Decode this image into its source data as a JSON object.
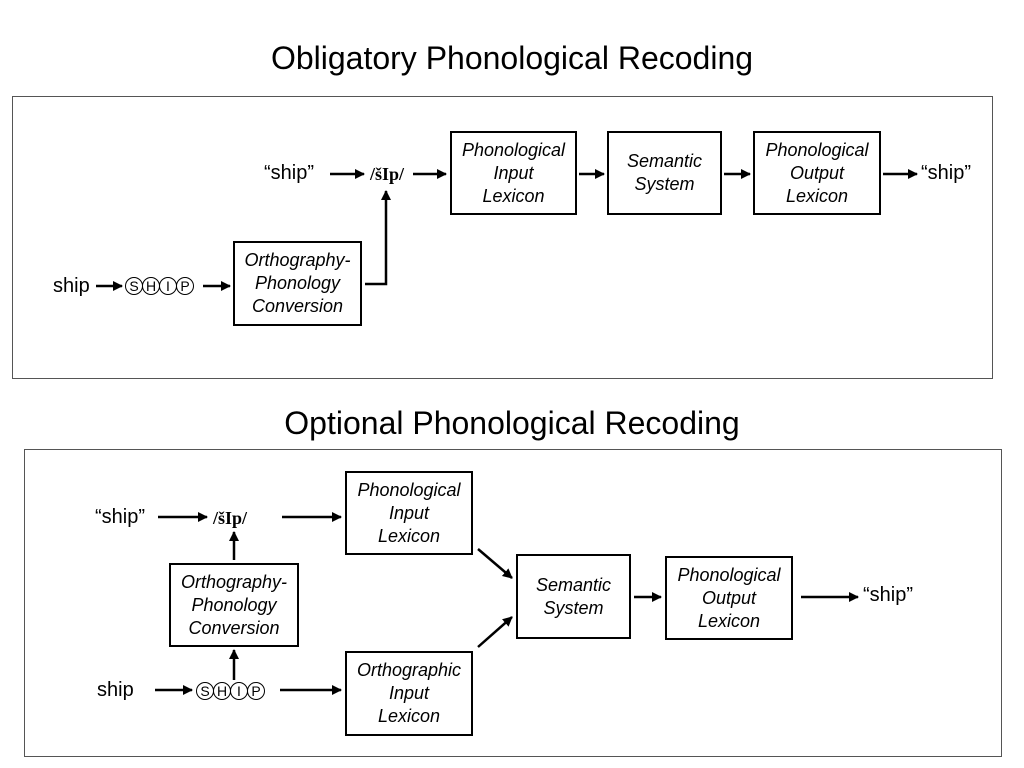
{
  "obligatory": {
    "title": "Obligatory Phonological Recoding",
    "spoken_input": "“ship”",
    "phonological_form": "/šIp/",
    "written_input": "ship",
    "letters": [
      "S",
      "H",
      "I",
      "P"
    ],
    "boxes": {
      "opc": [
        "Orthography-",
        "Phonology",
        "Conversion"
      ],
      "pil": [
        "Phonological",
        "Input",
        "Lexicon"
      ],
      "sem": [
        "Semantic",
        "System"
      ],
      "pol": [
        "Phonological",
        "Output",
        "Lexicon"
      ]
    },
    "output": "“ship”"
  },
  "optional": {
    "title": "Optional Phonological Recoding",
    "spoken_input": "“ship”",
    "phonological_form": "/šIp/",
    "written_input": "ship",
    "letters": [
      "S",
      "H",
      "I",
      "P"
    ],
    "boxes": {
      "opc": [
        "Orthography-",
        "Phonology",
        "Conversion"
      ],
      "pil": [
        "Phonological",
        "Input",
        "Lexicon"
      ],
      "oil": [
        "Orthographic",
        "Input",
        "Lexicon"
      ],
      "sem": [
        "Semantic",
        "System"
      ],
      "pol": [
        "Phonological",
        "Output",
        "Lexicon"
      ]
    },
    "output": "“ship”"
  }
}
